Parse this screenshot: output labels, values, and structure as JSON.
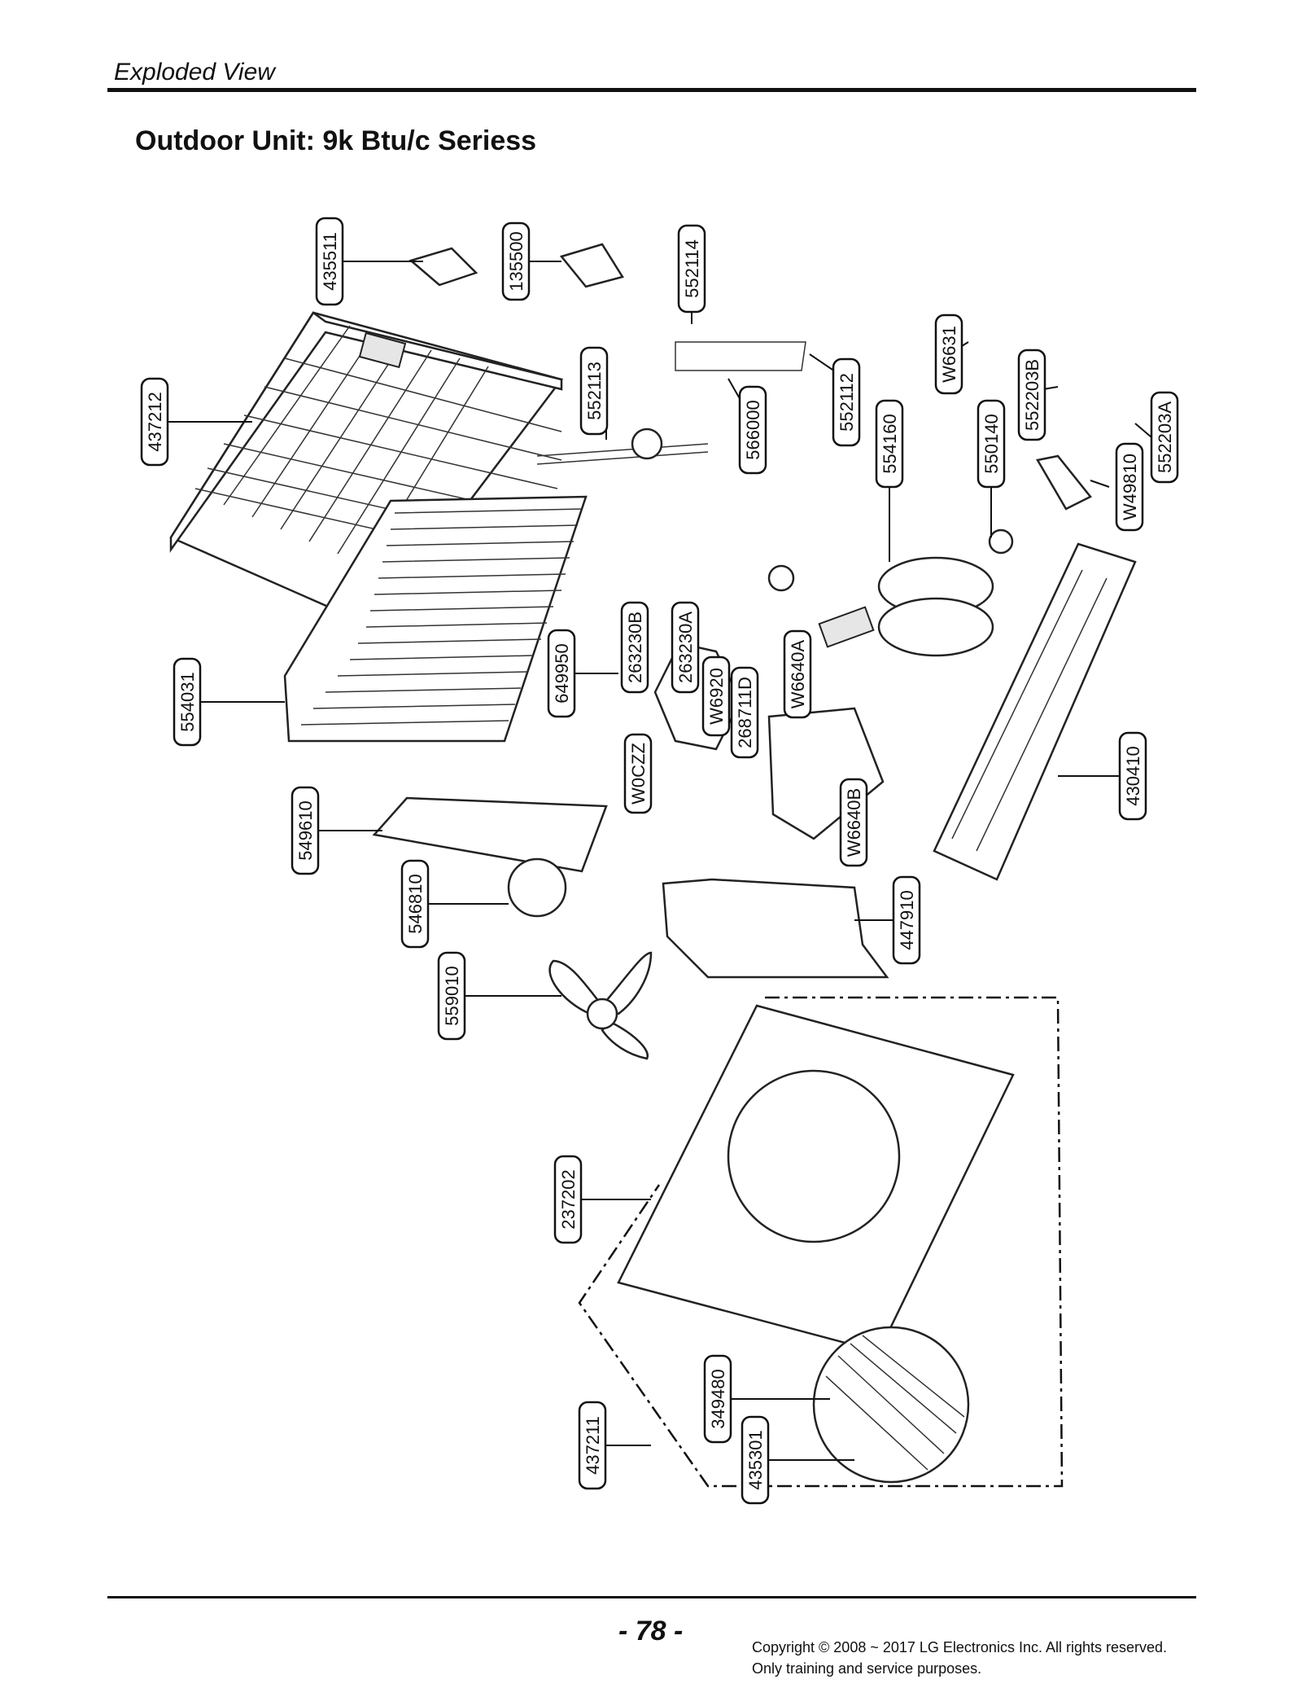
{
  "header": {
    "section_title": "Exploded View",
    "page_heading": "Outdoor Unit: 9k Btu/c Seriess"
  },
  "parts": [
    {
      "id": "p435511",
      "code": "435511"
    },
    {
      "id": "p135500",
      "code": "135500"
    },
    {
      "id": "p552114",
      "code": "552114"
    },
    {
      "id": "p552113",
      "code": "552113"
    },
    {
      "id": "p566000",
      "code": "566000"
    },
    {
      "id": "p552112",
      "code": "552112"
    },
    {
      "id": "pW6631",
      "code": "W6631"
    },
    {
      "id": "p552203B",
      "code": "552203B"
    },
    {
      "id": "p552203A",
      "code": "552203A"
    },
    {
      "id": "p437212",
      "code": "437212"
    },
    {
      "id": "p554160",
      "code": "554160"
    },
    {
      "id": "p550140",
      "code": "550140"
    },
    {
      "id": "pW49810",
      "code": "W49810"
    },
    {
      "id": "p263230B",
      "code": "263230B"
    },
    {
      "id": "p263230A",
      "code": "263230A"
    },
    {
      "id": "p649950",
      "code": "649950"
    },
    {
      "id": "pW6920",
      "code": "W6920"
    },
    {
      "id": "p268711D",
      "code": "268711D"
    },
    {
      "id": "pW6640A",
      "code": "W6640A"
    },
    {
      "id": "p554031",
      "code": "554031"
    },
    {
      "id": "pW0CZZ",
      "code": "W0CZZ"
    },
    {
      "id": "p430410",
      "code": "430410"
    },
    {
      "id": "pW6640B",
      "code": "W6640B"
    },
    {
      "id": "p549610",
      "code": "549610"
    },
    {
      "id": "p546810",
      "code": "546810"
    },
    {
      "id": "p447910",
      "code": "447910"
    },
    {
      "id": "p559010",
      "code": "559010"
    },
    {
      "id": "p237202",
      "code": "237202"
    },
    {
      "id": "p349480",
      "code": "349480"
    },
    {
      "id": "p437211",
      "code": "437211"
    },
    {
      "id": "p435301",
      "code": "435301"
    }
  ],
  "footer": {
    "page_number": "- 78 -",
    "copyright_line1": "Copyright © 2008 ~ 2017 LG Electronics Inc. All rights reserved.",
    "copyright_line2": "Only training and service purposes."
  }
}
